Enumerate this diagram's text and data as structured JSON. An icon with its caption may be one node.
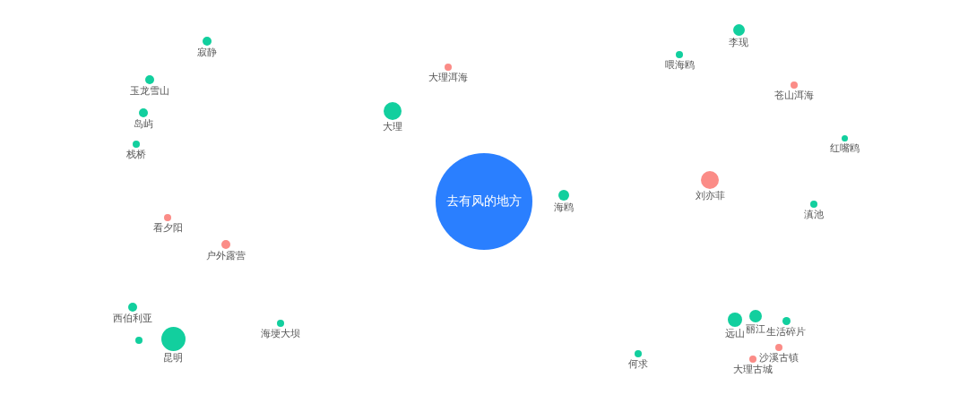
{
  "diagram": {
    "nodes": [
      {
        "text": [
          "去有风的地方"
        ]
      },
      {
        "text": [
          "李现"
        ]
      },
      {
        "text": [
          "寂静"
        ]
      },
      {
        "text": [
          "喂海鸥"
        ]
      },
      {
        "text": [
          "大理洱海"
        ]
      },
      {
        "text": [
          "玉龙雪山"
        ]
      },
      {
        "text": [
          "苍山洱海"
        ]
      },
      {
        "text": [
          "大理"
        ]
      },
      {
        "text": [
          "岛屿"
        ]
      },
      {
        "text": [
          "红嘴鸥"
        ]
      },
      {
        "text": [
          "栈桥"
        ]
      },
      {
        "text": [
          "刘亦菲"
        ]
      },
      {
        "text": [
          "海鸥"
        ]
      },
      {
        "text": [
          "滇池"
        ]
      },
      {
        "text": [
          "看夕阳"
        ]
      },
      {
        "text": [
          "户外露营"
        ]
      },
      {
        "text": [
          "西伯利亚"
        ]
      },
      {
        "text": [
          "远山"
        ]
      },
      {
        "text": [
          "丽江"
        ]
      },
      {
        "text": [
          "生活碎片"
        ]
      },
      {
        "text": [
          "海埂大坝"
        ]
      },
      {
        "text": [
          "昆明"
        ]
      },
      {
        "text": [],
        "shape": "circle"
      },
      {
        "text": [
          "沙溪古镇"
        ]
      },
      {
        "text": [
          "何求"
        ]
      },
      {
        "text": [
          "大理古城"
        ]
      }
    ]
  }
}
